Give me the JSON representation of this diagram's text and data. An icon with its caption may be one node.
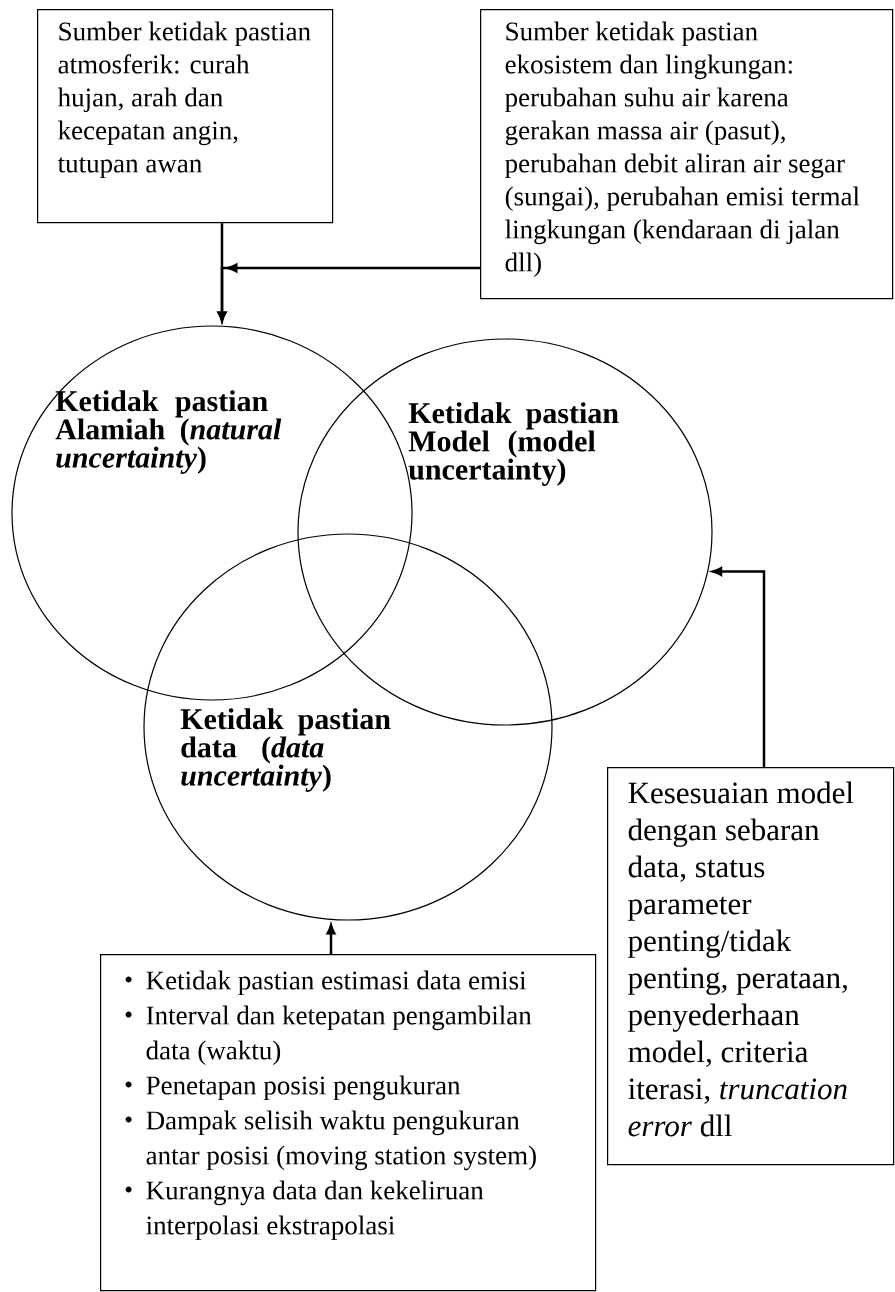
{
  "diagram": {
    "nodes": [
      {
        "text": [
          "Sumber ketidak pastian atmosferik: curah hujan, arah dan kecepatan angin, tutupan awan"
        ]
      },
      {
        "text": [
          "Sumber ketidak pastian ekosistem dan lingkungan: perubahan suhu air karena gerakan massa air (pasut), perubahan debit aliran air segar (sungai), perubahan emisi termal lingkungan (kendaraan di jalan dll)"
        ]
      },
      {
        "text": [
          "Ketidak pastian Alamiah (*natural uncertainty*)"
        ]
      },
      {
        "text": [
          "Ketidak pastian Model (model uncertainty)"
        ]
      },
      {
        "text": [
          "Ketidak pastian data (*data uncertainty*)"
        ]
      },
      {
        "text": [
          "Kesesuaian model dengan sebaran data, status parameter penting/tidak penting, perataan, penyederhaan model, criteria iterasi, *truncation error* dll"
        ]
      },
      {
        "text": [
          "Ketidak pastian estimasi data emisi",
          "Interval dan ketepatan pengambilan data (waktu)",
          "Penetapan posisi pengukuran",
          "Dampak selisih waktu pengukuran antar posisi (moving station system)",
          "Kurangnya data dan kekeliruan interpolasi ekstrapolasi"
        ]
      }
    ],
    "edges": [
      {
        "from": 0,
        "to": 2,
        "arrow": "to"
      },
      {
        "from": 1,
        "to": 2,
        "arrow": "to"
      },
      {
        "from": 6,
        "to": 4,
        "arrow": "to"
      },
      {
        "from": 5,
        "to": 3,
        "arrow": "to"
      }
    ]
  }
}
